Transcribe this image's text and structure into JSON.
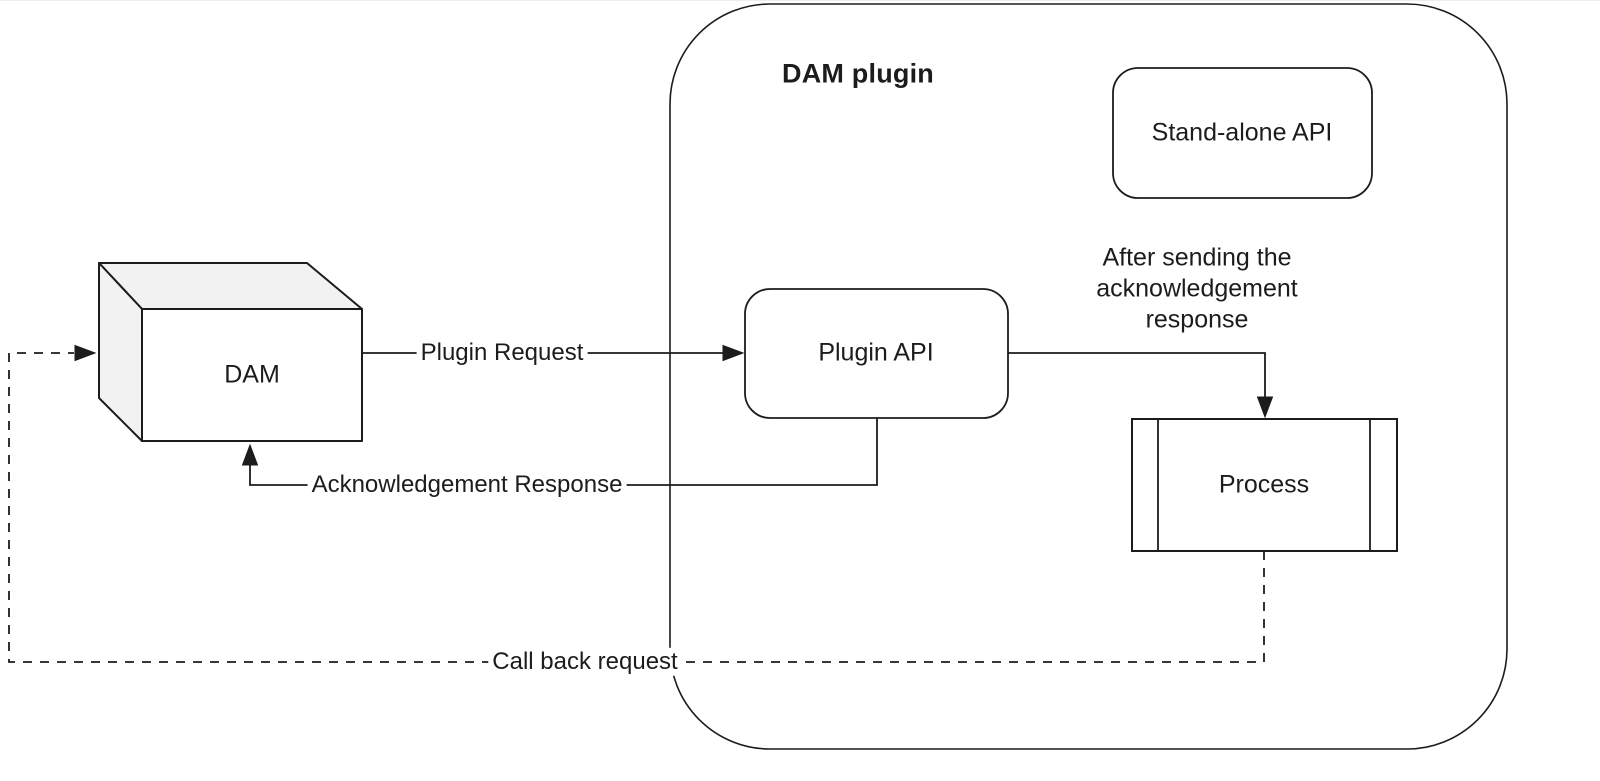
{
  "diagram": {
    "container": {
      "title": "DAM plugin"
    },
    "nodes": {
      "dam": {
        "label": "DAM",
        "shape": "cube"
      },
      "plugin_api": {
        "label": "Plugin API",
        "shape": "rounded-rectangle"
      },
      "stand_alone_api": {
        "label": "Stand-alone API",
        "shape": "rounded-rectangle"
      },
      "process": {
        "label": "Process",
        "shape": "predefined-process"
      }
    },
    "edges": {
      "plugin_request": {
        "label": "Plugin Request",
        "style": "solid-arrow"
      },
      "acknowledgement_response": {
        "label": "Acknowledgement Response",
        "style": "solid-arrow"
      },
      "call_back_request": {
        "label": "Call back request",
        "style": "dashed-arrow"
      }
    },
    "annotation": "After sending the\nacknowledgement\nresponse",
    "colors": {
      "stroke": "#1c1c1c",
      "node_fill": "#ffffff",
      "cube_shade": "#f2f2f2",
      "background": "#ffffff"
    }
  }
}
